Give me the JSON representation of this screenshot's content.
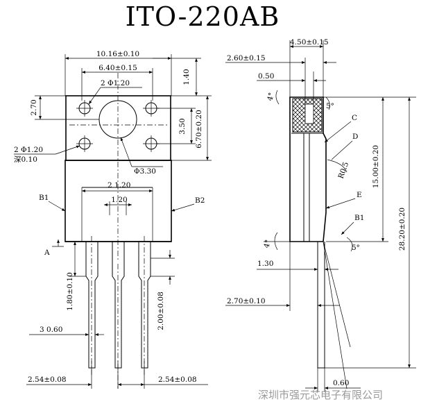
{
  "title": "ITO-220AB",
  "watermark": "深圳市强元芯电子有限公司",
  "front_view": {
    "overall_width": "10.16±0.10",
    "slot_width": "6.40±0.15",
    "tab_height": "1.40",
    "top_to_hole": "2.70",
    "small_holes_top": "2 Φ1.20",
    "hole_spacing_v": "3.50",
    "tab_total": "6.70±0.20",
    "small_holes_bottom_a": "2 Φ1.20",
    "small_holes_bottom_b": "深0.10",
    "center_hole": "Φ3.30",
    "pin_rect": "2 1.20",
    "pin_center": "1.20",
    "label_b1": "B1",
    "label_b2": "B2",
    "label_a": "A",
    "lead_thick_upper": "1.80±0.10",
    "lead_thick_lower": "2.00±0.08",
    "lead_width": "3 0.60",
    "pitch_left": "2.54±0.08",
    "pitch_right": "2.54±0.08"
  },
  "side_view": {
    "body_thickness": "4.50±0.15",
    "tab_offset": "2.60±0.15",
    "tab_thickness": "0.50",
    "angle_top_left": "4°",
    "angle_top_right": "5°",
    "label_c": "C",
    "label_d": "D",
    "label_r": "R0.5",
    "label_e": "E",
    "label_b1": "B1",
    "body_height": "15.00±0.20",
    "total_height": "28.20±0.20",
    "angle_bottom_left": "4°",
    "angle_bottom_right": "5°",
    "lead_step": "1.30",
    "lead_offset": "2.70±0.10",
    "lead_thickness": "0.60"
  }
}
